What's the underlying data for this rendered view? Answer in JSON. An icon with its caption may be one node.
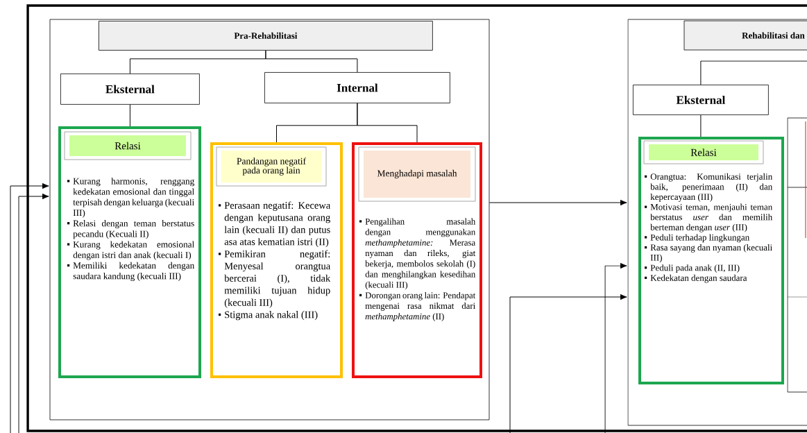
{
  "diagram": {
    "nodes": [
      {
        "text": [],
        "shape": "box"
      },
      {
        "text": [
          "Pra-Rehabilitasi"
        ],
        "in": 0
      },
      {
        "text": [
          "Eksternal"
        ],
        "in": 0
      },
      {
        "text": [
          "Internal"
        ],
        "in": 0
      },
      {
        "text": [
          "Relasi",
          "Kurang harmonis, renggang kedekatan emosional dan tinggal terpisah dengan keluarga (kecuali III)",
          "Relasi dengan teman berstatus pecandu (Kecuali II)",
          "Kurang kedekatan emosional dengan istri dan anak (kecuali I)",
          "Memiliki kedekatan dengan saudara kandung (kecuali III)"
        ],
        "in": 0
      },
      {
        "text": [
          "Pandangan negatif pada orang lain",
          "Perasaan negatif: Kecewa dengan keputusana orang lain (kecuali II) dan putus asa atas kematian istri (II)",
          "Pemikiran negatif: Menyesal orangtua bercerai (I), tidak memiliki tujuan hidup (kecuali III)",
          "Stigma anak nakal (III)"
        ],
        "in": 0
      },
      {
        "text": [
          "Menghadapi masalah",
          "Pengalihan masalah dengan menggunakan *methamphetamine:* Merasa nyaman dan rileks, giat bekerja, membolos sekolah (I) dan menghilangkan kesedihan (kecuali III)",
          "Dorongan orang lain: Pendapat mengenai rasa nikmat dari *methamphetamine* (II)"
        ],
        "in": 0
      },
      {
        "text": [],
        "shape": "box"
      },
      {
        "text": [
          "Rehabilitasi dan"
        ],
        "in": 7
      },
      {
        "text": [
          "Eksternal"
        ],
        "in": 7
      },
      {
        "text": [
          "Relasi",
          "Orangtua: Komunikasi terjalin baik, penerimaan (II) dan kepercayaan (III)",
          "Motivasi teman, menjauhi teman berstatus *user* dan memilih berteman dengan *user* (III)",
          "Peduli terhadap lingkungan",
          "Rasa sayang dan nyaman (kecuali III)",
          "Peduli pada anak (II, III)",
          "Kedekatan dengan saudara"
        ],
        "in": 7
      },
      {
        "text": [],
        "shape": "box",
        "in": 7
      }
    ],
    "edges": [
      {
        "from": 1,
        "to": 2,
        "arrow": "none"
      },
      {
        "from": 1,
        "to": 3,
        "arrow": "none"
      },
      {
        "from": 2,
        "to": 4,
        "arrow": "none"
      },
      {
        "from": 3,
        "to": 5,
        "arrow": "none"
      },
      {
        "from": 3,
        "to": 6,
        "arrow": "none"
      },
      {
        "from": 0,
        "to": 7,
        "arrow": "to"
      },
      {
        "from": null,
        "to": 0,
        "arrow": "to"
      },
      {
        "from": null,
        "to": 0,
        "arrow": "to"
      },
      {
        "from": 9,
        "to": null,
        "arrow": "none"
      },
      {
        "from": 9,
        "to": 10,
        "arrow": "none"
      },
      {
        "from": null,
        "to": 7,
        "arrow": "to"
      },
      {
        "from": null,
        "to": 7,
        "arrow": "to"
      }
    ]
  }
}
